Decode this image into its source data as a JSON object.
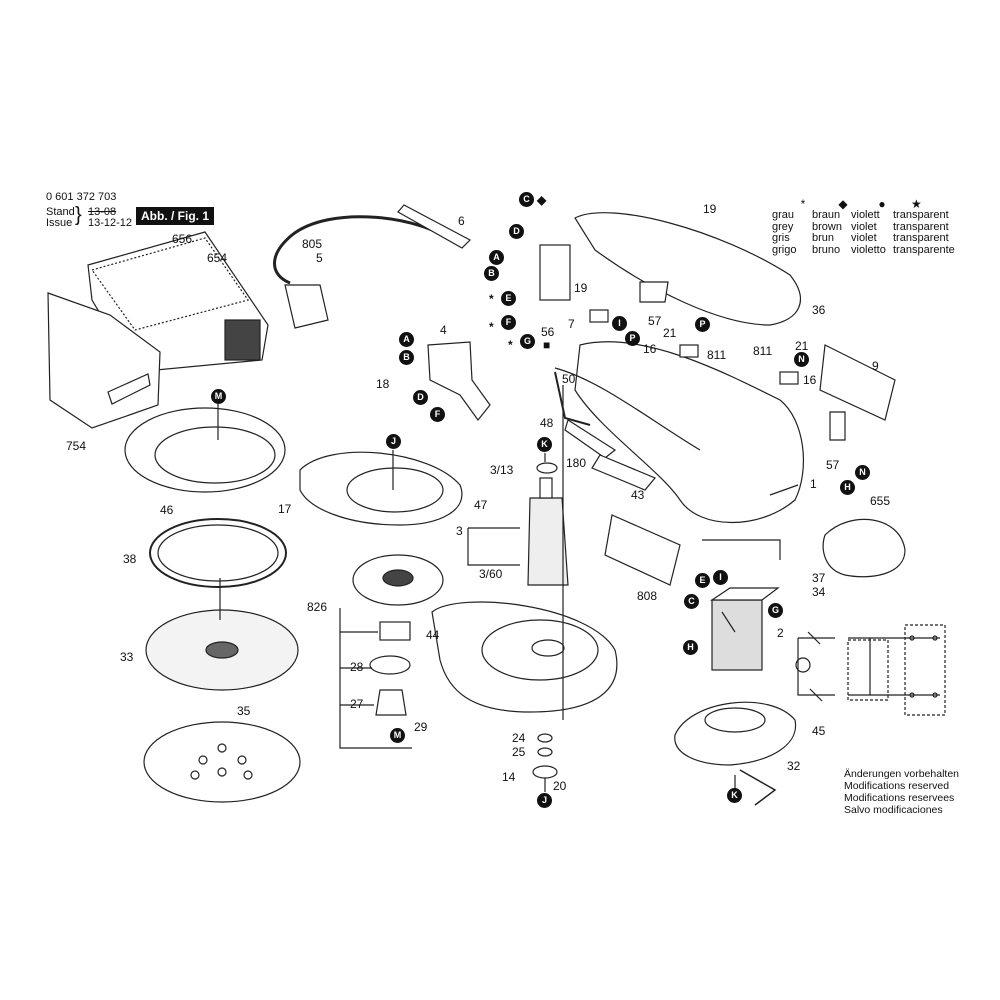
{
  "header": {
    "doc_number": "0 601 372 703",
    "stand_label": "Stand",
    "issue_label": "Issue",
    "stand_date_struck": "13-08",
    "issue_date": "13-12-12",
    "figure_label": "Abb. / Fig. 1"
  },
  "legend": {
    "columns": [
      {
        "symbol": "*",
        "words": [
          "grau",
          "grey",
          "gris",
          "grigo"
        ]
      },
      {
        "symbol": "◆",
        "words": [
          "braun",
          "brown",
          "brun",
          "bruno"
        ]
      },
      {
        "symbol": "●",
        "words": [
          "violett",
          "violet",
          "violet",
          "violetto"
        ]
      },
      {
        "symbol": "★",
        "words": [
          "transparent",
          "transparent",
          "transparent",
          "transparente"
        ]
      }
    ]
  },
  "note": [
    "Änderungen vorbehalten",
    "Modifications reserved",
    "Modifications reservees",
    "Salvo modificaciones"
  ],
  "part_numbers": [
    "19",
    "6",
    "805",
    "5",
    "656",
    "654",
    "754",
    "4",
    "18",
    "56",
    "57",
    "7",
    "19",
    "21",
    "16",
    "811",
    "811",
    "21",
    "16",
    "9",
    "36",
    "50",
    "48",
    "180",
    "3/13",
    "3/60",
    "3",
    "1",
    "43",
    "655",
    "57",
    "47",
    "46",
    "17",
    "38",
    "33",
    "35",
    "826",
    "28",
    "27",
    "29",
    "44",
    "24",
    "25",
    "14",
    "20",
    "808",
    "37",
    "34",
    "2",
    "45",
    "32"
  ],
  "connector_letters": [
    "C",
    "D",
    "A",
    "B",
    "E",
    "F",
    "G",
    "A",
    "B",
    "D",
    "F",
    "P",
    "I",
    "P",
    "N",
    "N",
    "H",
    "M",
    "J",
    "K",
    "E",
    "I",
    "C",
    "G",
    "H",
    "M",
    "J",
    "K"
  ],
  "color_markers": [
    "◆",
    "*",
    "*",
    "*",
    "■"
  ]
}
